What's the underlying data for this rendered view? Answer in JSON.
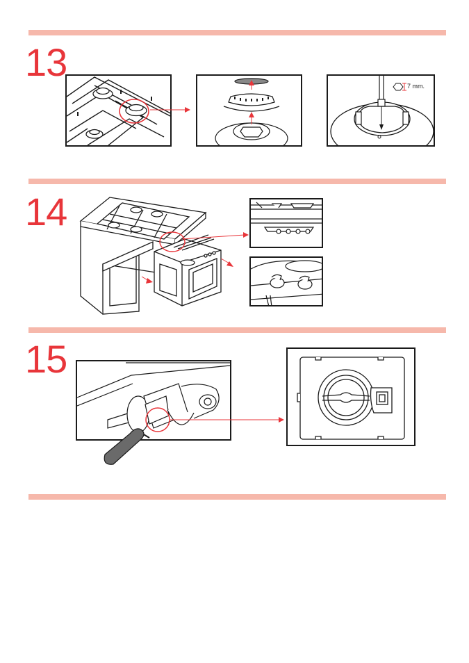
{
  "document": {
    "colors": {
      "accent_bar": "#f6b8ab",
      "step_number": "#e8353a",
      "arrow": "#e8353a",
      "line": "#1a1a1a"
    },
    "steps": [
      {
        "number": "13",
        "annotation": "7 mm."
      },
      {
        "number": "14"
      },
      {
        "number": "15"
      }
    ]
  }
}
